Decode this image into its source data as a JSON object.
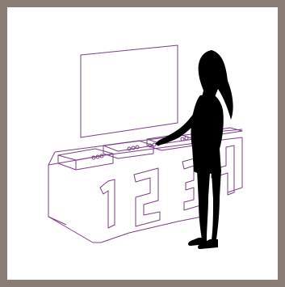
{
  "figure": {
    "frame_color": "#8a7d76",
    "line_color": "#7b3f86",
    "silhouette_color": "#000000",
    "background": "#ffffff",
    "digits": [
      "1",
      "2",
      "3",
      "4"
    ]
  }
}
